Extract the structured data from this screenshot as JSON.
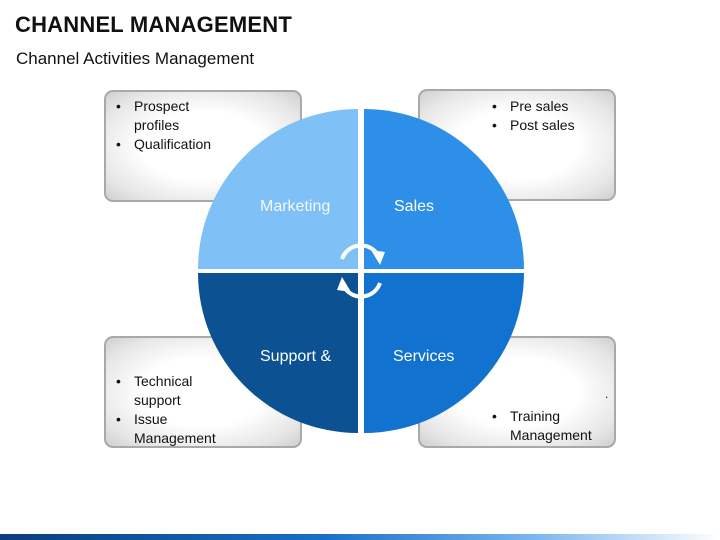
{
  "title": "CHANNEL MANAGEMENT",
  "subtitle": "Channel Activities Management",
  "quadrants": {
    "marketing": {
      "label": "Marketing",
      "color": "#7fc1f7"
    },
    "sales": {
      "label": "Sales",
      "color": "#2d8fe8"
    },
    "support": {
      "label": "Support &",
      "color": "#0c5293"
    },
    "services": {
      "label": "Services",
      "color": "#1272cf"
    }
  },
  "boxes": {
    "top_left": {
      "items": [
        "Prospect profiles",
        "Qualification"
      ]
    },
    "top_right": {
      "items": [
        "Pre sales",
        "Post sales"
      ]
    },
    "bottom_left": {
      "items": [
        "Technical support",
        "Issue Management"
      ]
    },
    "bottom_right": {
      "items": [
        "Training Management"
      ],
      "mark": "."
    }
  },
  "cycle_icon": "circular-arrows-icon",
  "colors": {
    "box_border": "#a9a9a9",
    "footer_dark": "#0a3d7a",
    "footer_light": "#7fb7ee"
  }
}
